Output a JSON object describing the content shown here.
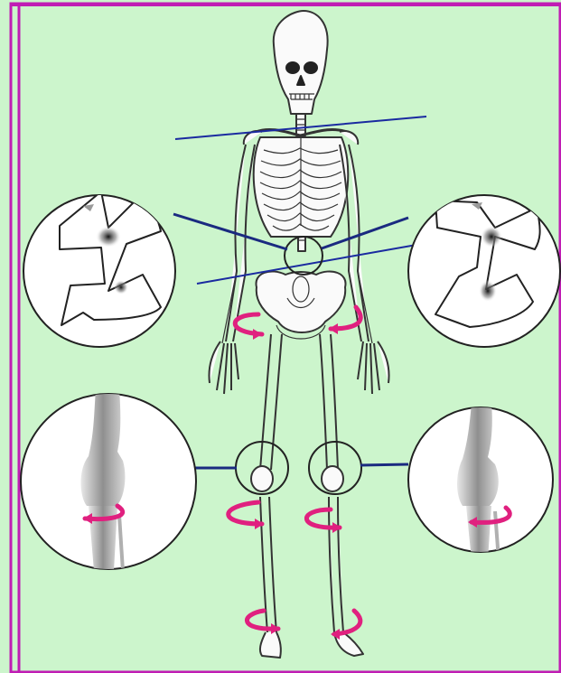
{
  "figure": {
    "subject": "skeleton-alignment-diagram",
    "colors": {
      "background": "#ccf5cc",
      "border": "#c01cb4",
      "alignment_line": "#1a2aa0",
      "connector_line": "#1a2a80",
      "rotation_arrow": "#e0207f",
      "bone_fill": "#fafafa",
      "bone_stroke": "#333333",
      "xray_shade": "#9a9a9a",
      "circle_fill": "#ffffff",
      "circle_stroke": "#222222"
    },
    "icons": [
      "skull-icon",
      "rib-cage-icon",
      "spine-icon",
      "pelvis-icon",
      "joint-detail-icon",
      "xray-knee-icon",
      "rotation-arrow-icon"
    ],
    "insets": [
      {
        "id": "left-vertebra-inset",
        "shows": "facet-joint"
      },
      {
        "id": "right-vertebra-inset",
        "shows": "facet-joint"
      },
      {
        "id": "left-knee-inset",
        "shows": "knee-xray"
      },
      {
        "id": "right-knee-inset",
        "shows": "knee-xray"
      }
    ],
    "rotation_arrows": {
      "hips": 2,
      "knees": 2,
      "ankles": 2,
      "insets": 2
    }
  }
}
